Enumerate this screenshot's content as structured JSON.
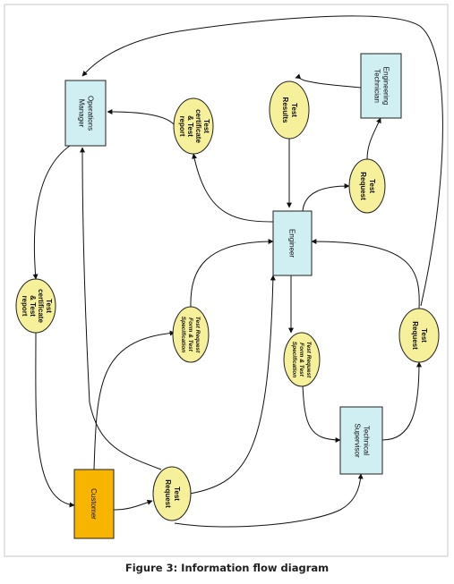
{
  "nodes": {
    "operations_manager": [
      "Operations",
      "Manager"
    ],
    "engineering_technician": [
      "Engineering",
      "Technician"
    ],
    "engineer": [
      "Engineer"
    ],
    "technical_supervisor": [
      "Technical",
      "Supervisor"
    ],
    "customer": [
      "Customer"
    ]
  },
  "ovals": {
    "test_results": [
      "Test",
      "Results"
    ],
    "test_certificate_report_top": [
      "Test",
      "certificate",
      "& Test",
      "report"
    ],
    "test_request_right": [
      "Test",
      "Request"
    ],
    "test_certificate_report_left": [
      "Test",
      "certificate",
      "& Test",
      "report"
    ],
    "test_request_form_spec_mid": [
      "Test Request",
      "Form & Test",
      "Specification"
    ],
    "test_request_form_spec_lower": [
      "Test Request",
      "Form & Test",
      "Specification"
    ],
    "test_request_lower_right": [
      "Test",
      "Request"
    ],
    "test_request_customer": [
      "Test",
      "Request"
    ]
  },
  "colors": {
    "process_box": "#cfeff3",
    "customer_box": "#f7b400",
    "data_oval": "#f6f09a"
  },
  "caption": "Figure 3: Information flow diagram"
}
